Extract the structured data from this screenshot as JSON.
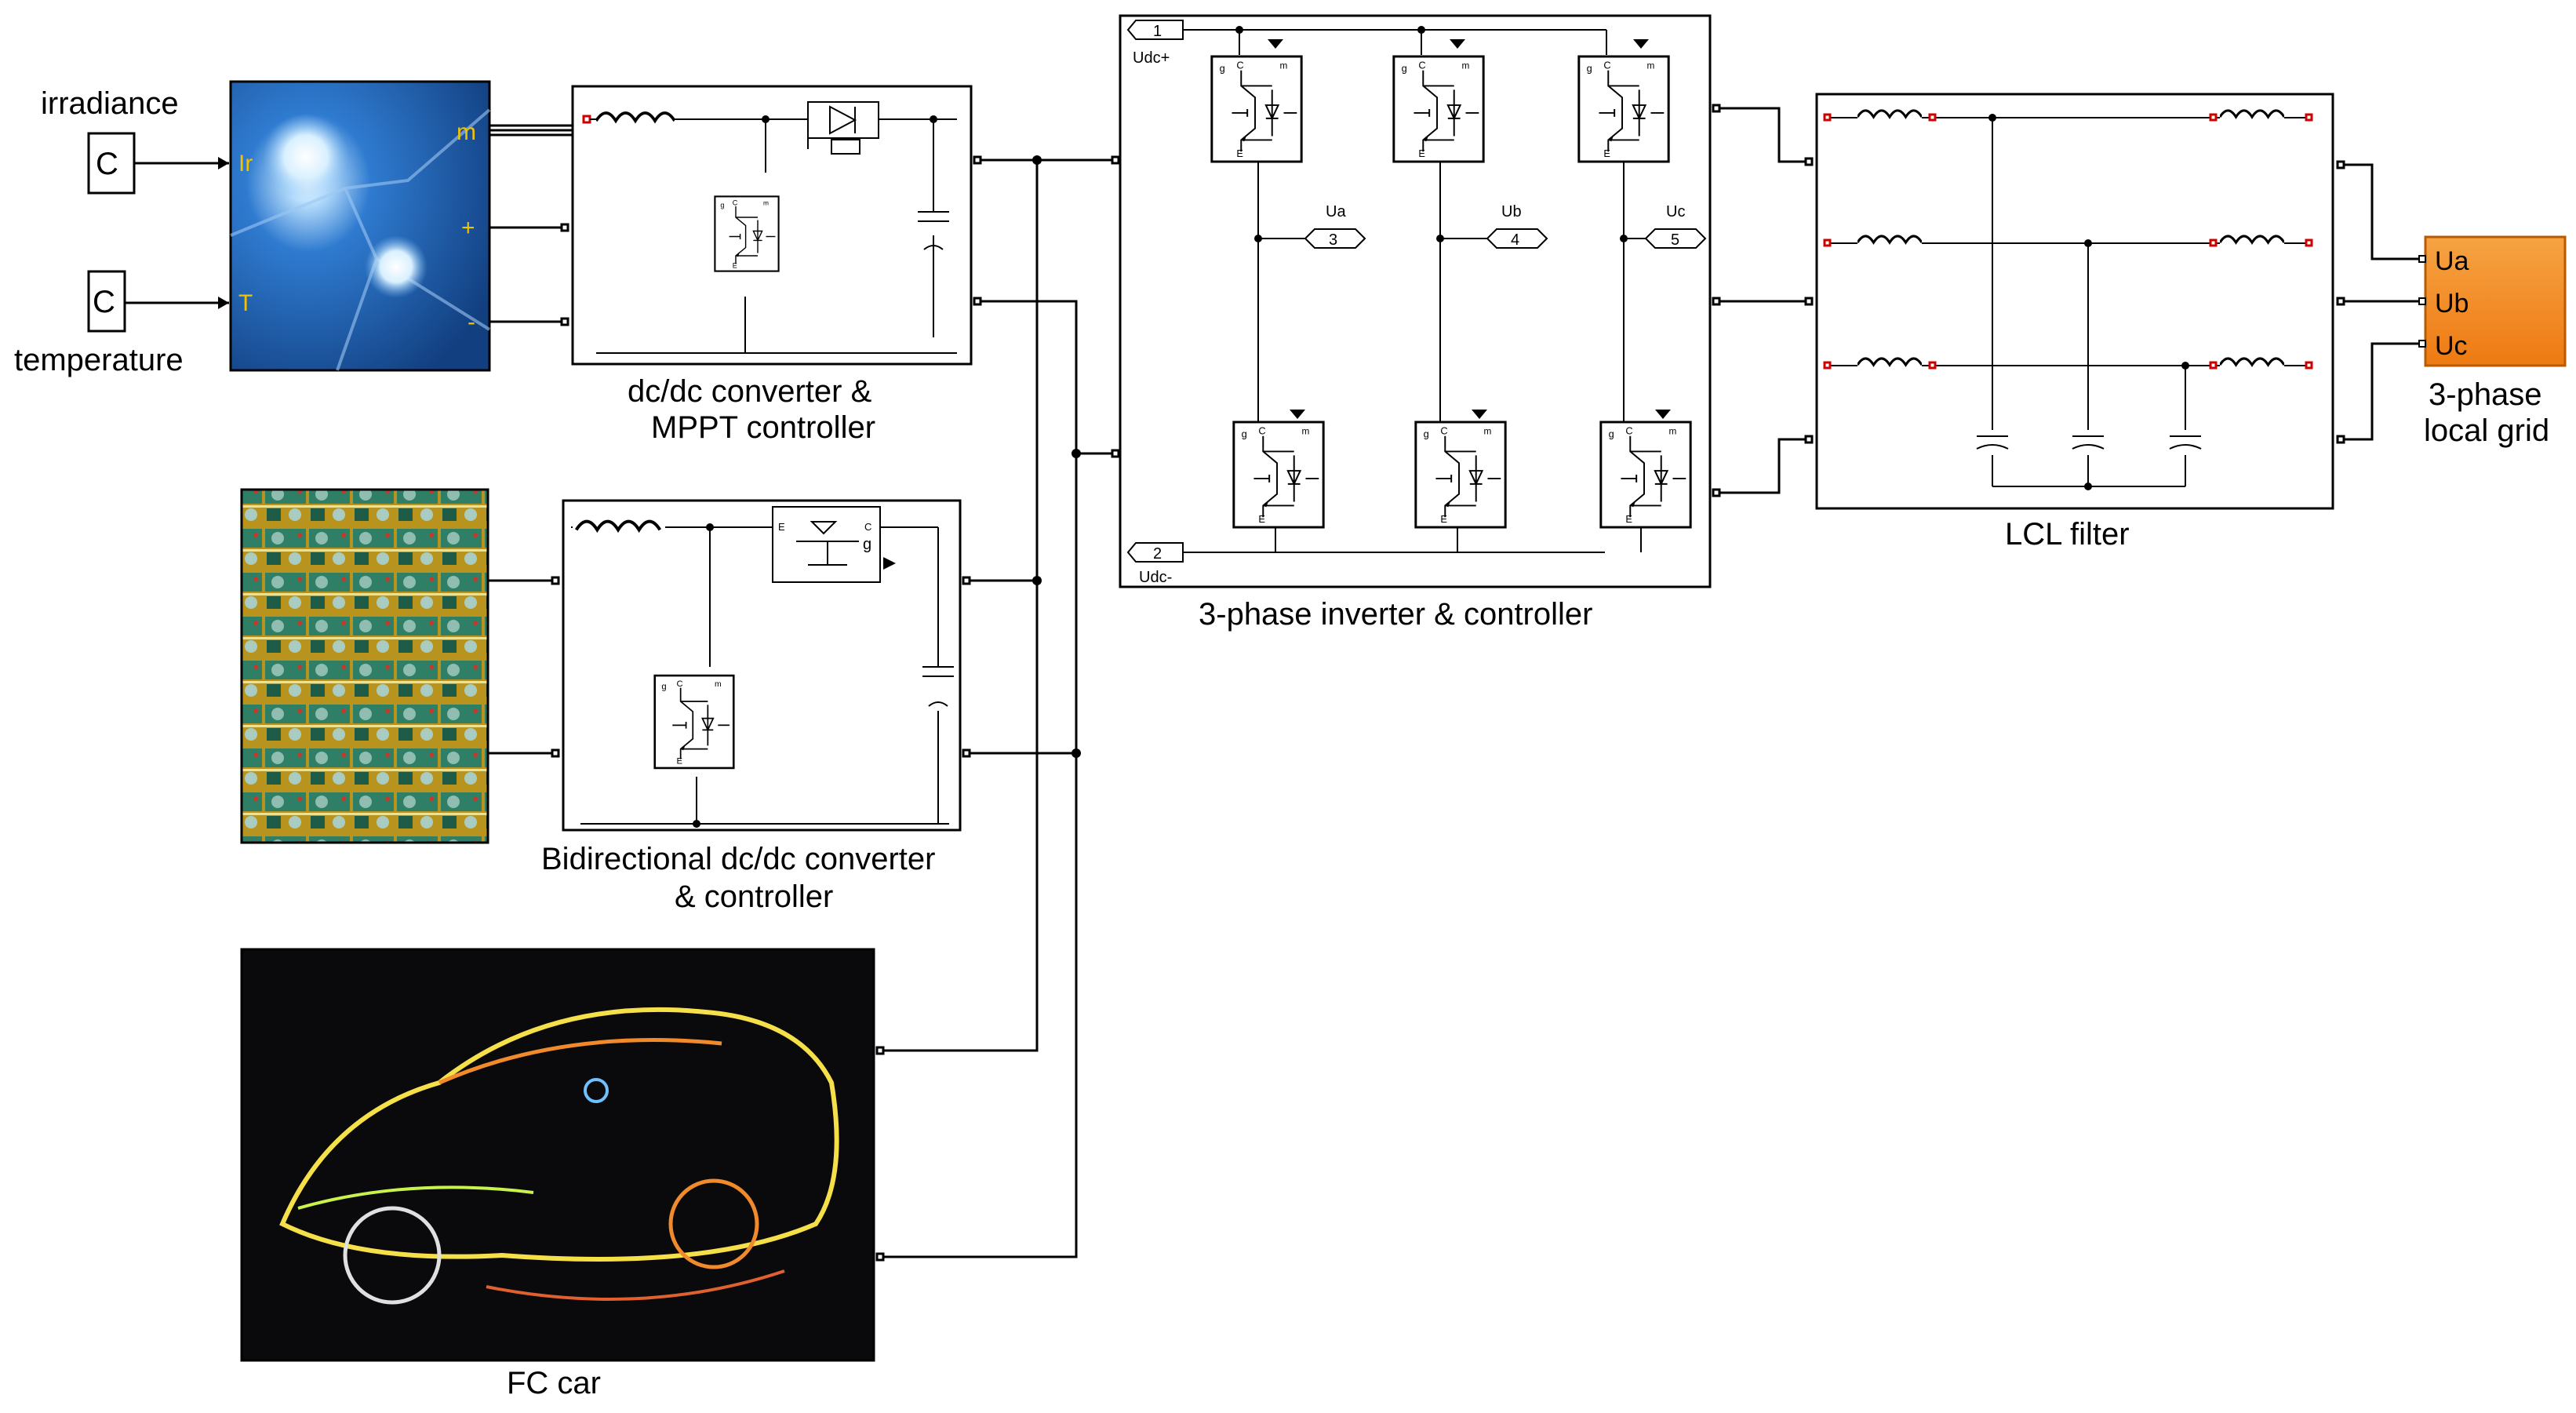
{
  "inputs": {
    "irradiance_label": "irradiance",
    "temperature_label": "temperature",
    "const_symbol": "C"
  },
  "pv_panel": {
    "port_ir": "Ir",
    "port_t": "T",
    "port_m": "m",
    "port_plus": "+",
    "port_minus": "-"
  },
  "blocks": {
    "dcdc_label_line1": "dc/dc converter &",
    "dcdc_label_line2": "MPPT controller",
    "bidir_label_line1": "Bidirectional dc/dc converter",
    "bidir_label_line2": "& controller",
    "fc_car_label": "FC car",
    "inverter_label": "3-phase inverter & controller",
    "lcl_label": "LCL filter",
    "grid_label_line1": "3-phase",
    "grid_label_line2": "local grid"
  },
  "inverter": {
    "tag_udc_plus_num": "1",
    "tag_udc_plus": "Udc+",
    "tag_udc_minus_num": "2",
    "tag_udc_minus": "Udc-",
    "phase_labels": [
      "Ua",
      "Ub",
      "Uc"
    ],
    "phase_numbers": [
      "3",
      "4",
      "5"
    ],
    "switch_pins": {
      "gate": "g",
      "collector": "C",
      "emitter": "E"
    }
  },
  "grid_ports": [
    "Ua",
    "Ub",
    "Uc"
  ],
  "colors": {
    "grid_block_fill": "#f28a1d",
    "pv_port_text": "#f2c200",
    "lcl_port_marker": "#d00000",
    "pv_panel_blue": "#1f5fae"
  },
  "icons": {
    "pv_panel": "solar-cell-image",
    "battery_bank": "battery-pack-image",
    "fc_car": "car-image"
  }
}
